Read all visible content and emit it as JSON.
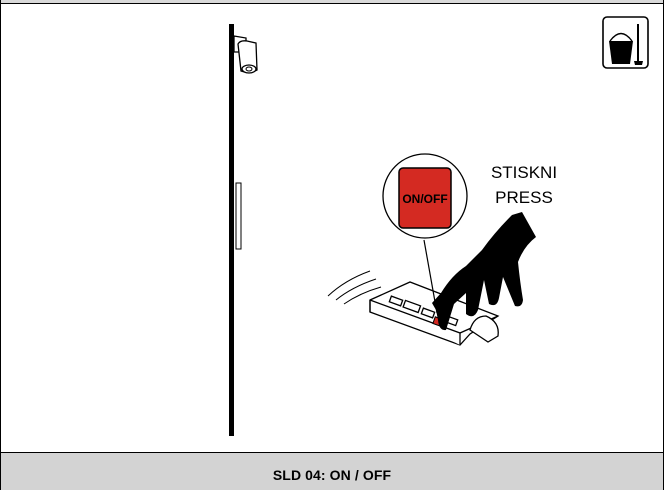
{
  "instruction": {
    "line1": "STISKNI",
    "line2": "PRESS"
  },
  "button": {
    "label": "ON/OFF",
    "color": "#d42a22"
  },
  "footer": {
    "title": "SLD 04: ON / OFF",
    "background": "#d3d3d3"
  },
  "icons": {
    "cleaning": "bucket-mop-icon"
  }
}
